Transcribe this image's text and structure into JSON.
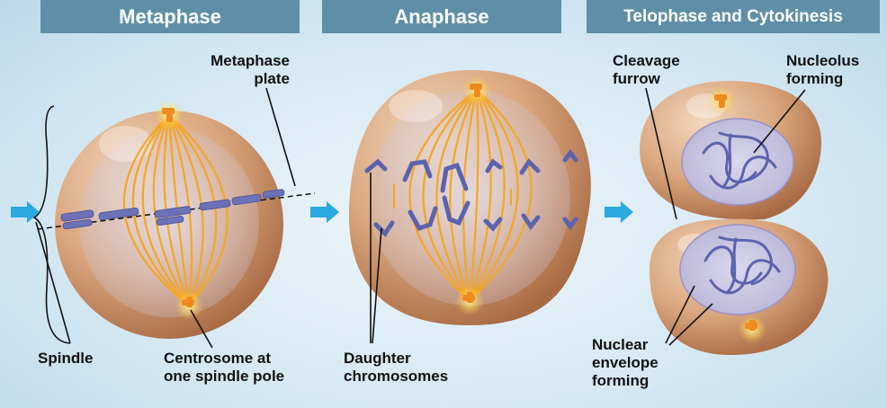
{
  "headers": {
    "metaphase": "Metaphase",
    "anaphase": "Anaphase",
    "telophase": "Telophase and Cytokinesis"
  },
  "labels": {
    "metaphase_plate": [
      "Metaphase",
      "plate"
    ],
    "spindle": "Spindle",
    "centrosome": [
      "Centrosome at",
      "one spindle pole"
    ],
    "daughter_chromosomes": [
      "Daughter",
      "chromosomes"
    ],
    "cleavage_furrow": [
      "Cleavage",
      "furrow"
    ],
    "nucleolus_forming": [
      "Nucleolus",
      "forming"
    ],
    "nuclear_envelope_forming": [
      "Nuclear",
      "envelope",
      "forming"
    ]
  },
  "colors": {
    "header_bg": "#5f8fa7",
    "cell": "#d9a57c",
    "spindle_fiber": "#f5a623",
    "chromosome": "#6b72b8",
    "arrow": "#29a9df"
  }
}
